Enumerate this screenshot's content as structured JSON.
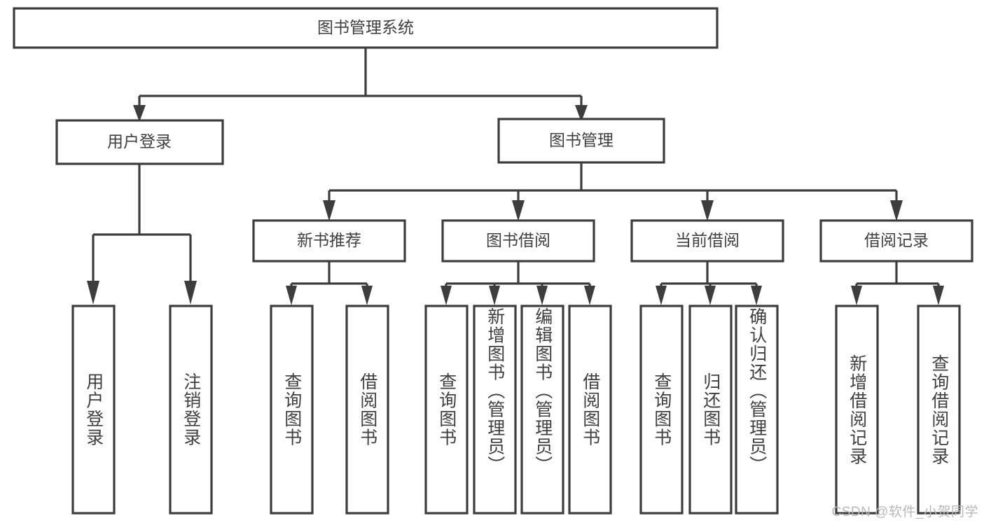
{
  "diagram": {
    "type": "hierarchy-tree",
    "title": "图书管理系统",
    "watermark": "CSDN @软件_小贺同学",
    "root": {
      "id": "root",
      "label": "图书管理系统",
      "orientation": "horizontal"
    },
    "level2": [
      {
        "id": "user-login",
        "label": "用户登录",
        "orientation": "horizontal"
      },
      {
        "id": "book-management",
        "label": "图书管理",
        "orientation": "horizontal"
      }
    ],
    "level3": [
      {
        "id": "new-book-recommend",
        "label": "新书推荐",
        "parent": "book-management",
        "orientation": "horizontal"
      },
      {
        "id": "book-borrow",
        "label": "图书借阅",
        "parent": "book-management",
        "orientation": "horizontal"
      },
      {
        "id": "current-borrow",
        "label": "当前借阅",
        "parent": "book-management",
        "orientation": "horizontal"
      },
      {
        "id": "borrow-record",
        "label": "借阅记录",
        "parent": "book-management",
        "orientation": "horizontal"
      }
    ],
    "leaves": [
      {
        "id": "leaf-user-login",
        "label": "用户登录",
        "parent": "user-login",
        "orientation": "vertical"
      },
      {
        "id": "leaf-user-logout",
        "label": "注销登录",
        "parent": "user-login",
        "orientation": "vertical"
      },
      {
        "id": "leaf-query-book-1",
        "label": "查询图书",
        "parent": "new-book-recommend",
        "orientation": "vertical"
      },
      {
        "id": "leaf-borrow-book-1",
        "label": "借阅图书",
        "parent": "new-book-recommend",
        "orientation": "vertical"
      },
      {
        "id": "leaf-query-book-2",
        "label": "查询图书",
        "parent": "book-borrow",
        "orientation": "vertical"
      },
      {
        "id": "leaf-add-book",
        "label": "新增图书（管理员）",
        "parent": "book-borrow",
        "orientation": "vertical"
      },
      {
        "id": "leaf-edit-book",
        "label": "编辑图书（管理员）",
        "parent": "book-borrow",
        "orientation": "vertical"
      },
      {
        "id": "leaf-borrow-book-2",
        "label": "借阅图书",
        "parent": "book-borrow",
        "orientation": "vertical"
      },
      {
        "id": "leaf-query-book-3",
        "label": "查询图书",
        "parent": "current-borrow",
        "orientation": "vertical"
      },
      {
        "id": "leaf-return-book",
        "label": "归还图书",
        "parent": "current-borrow",
        "orientation": "vertical"
      },
      {
        "id": "leaf-confirm-return",
        "label": "确认归还（管理员）",
        "parent": "current-borrow",
        "orientation": "vertical"
      },
      {
        "id": "leaf-add-borrow-record",
        "label": "新增借阅记录",
        "parent": "borrow-record",
        "orientation": "vertical"
      },
      {
        "id": "leaf-query-borrow-record",
        "label": "查询借阅记录",
        "parent": "borrow-record",
        "orientation": "vertical"
      }
    ],
    "colors": {
      "stroke": "#3d3d3d",
      "text": "#3f3f3f",
      "background": "#ffffff",
      "watermark": "#b9b9b9"
    }
  }
}
